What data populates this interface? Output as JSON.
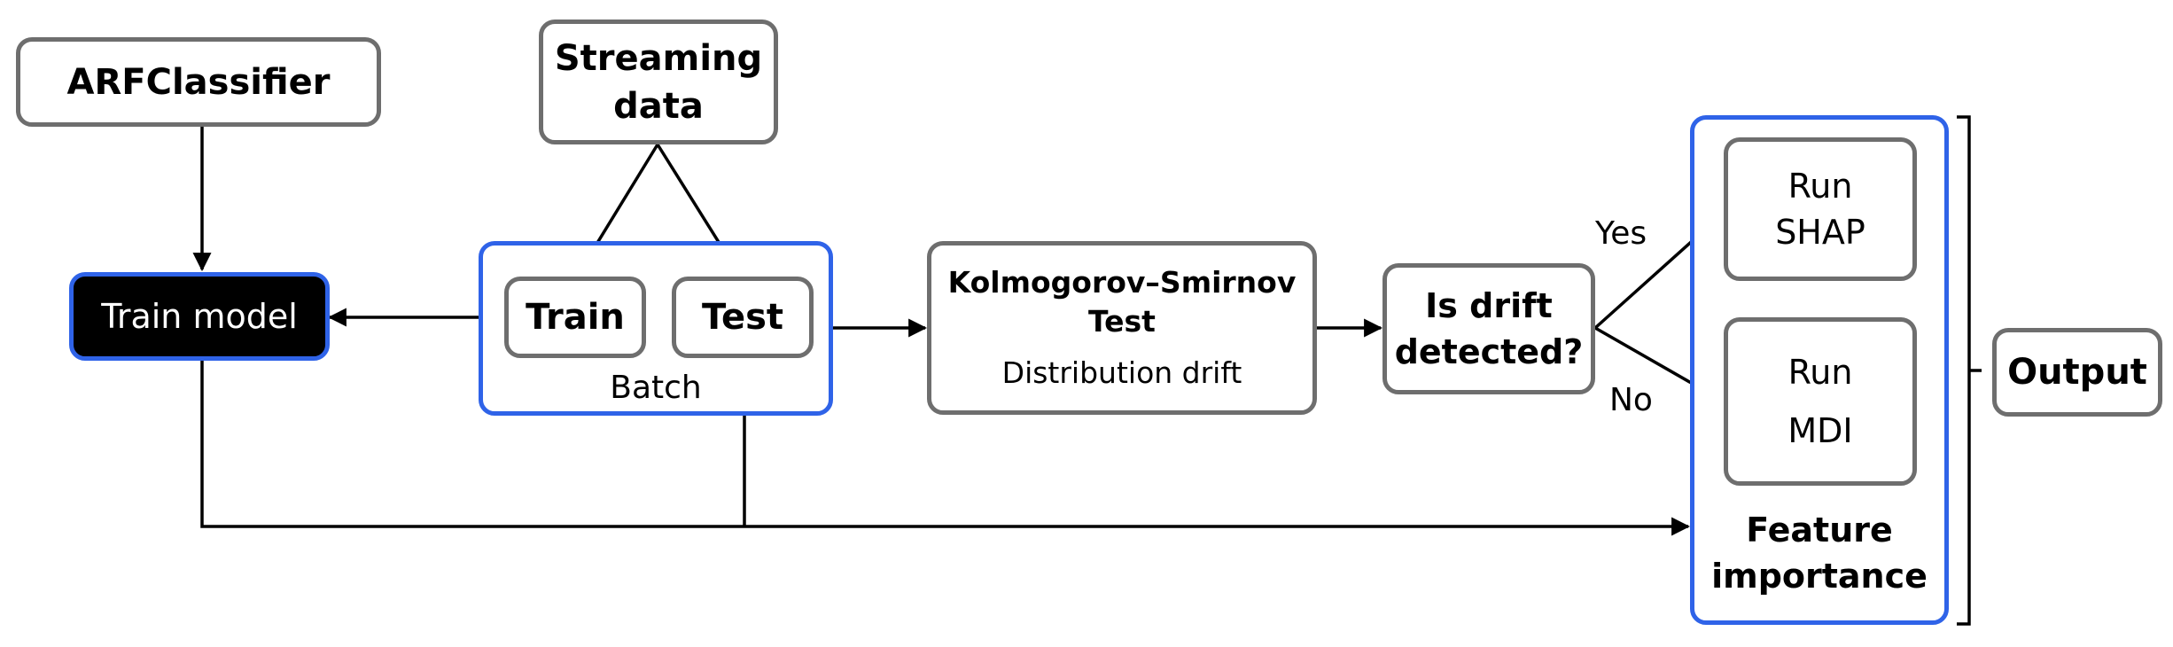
{
  "nodes": {
    "arf_classifier": "ARFClassifier",
    "streaming_data": [
      "Streaming",
      "data"
    ],
    "train_model": "Train model",
    "train": "Train",
    "test": "Test",
    "batch": "Batch",
    "ks_test": [
      "Kolmogorov–Smirnov",
      "Test"
    ],
    "ks_subtitle": "Distribution drift",
    "drift_question": [
      "Is drift",
      "detected?"
    ],
    "run_shap": [
      "Run",
      "SHAP"
    ],
    "run_mdi": [
      "Run",
      "MDI"
    ],
    "feature_importance": [
      "Feature",
      "importance"
    ],
    "output": "Output"
  },
  "edges": {
    "yes_label": "Yes",
    "no_label": "No"
  },
  "colors": {
    "node_border": "#6e6e6e",
    "group_border": "#2f63e8",
    "highlight_fill": "#000000",
    "arrow": "#000000"
  }
}
